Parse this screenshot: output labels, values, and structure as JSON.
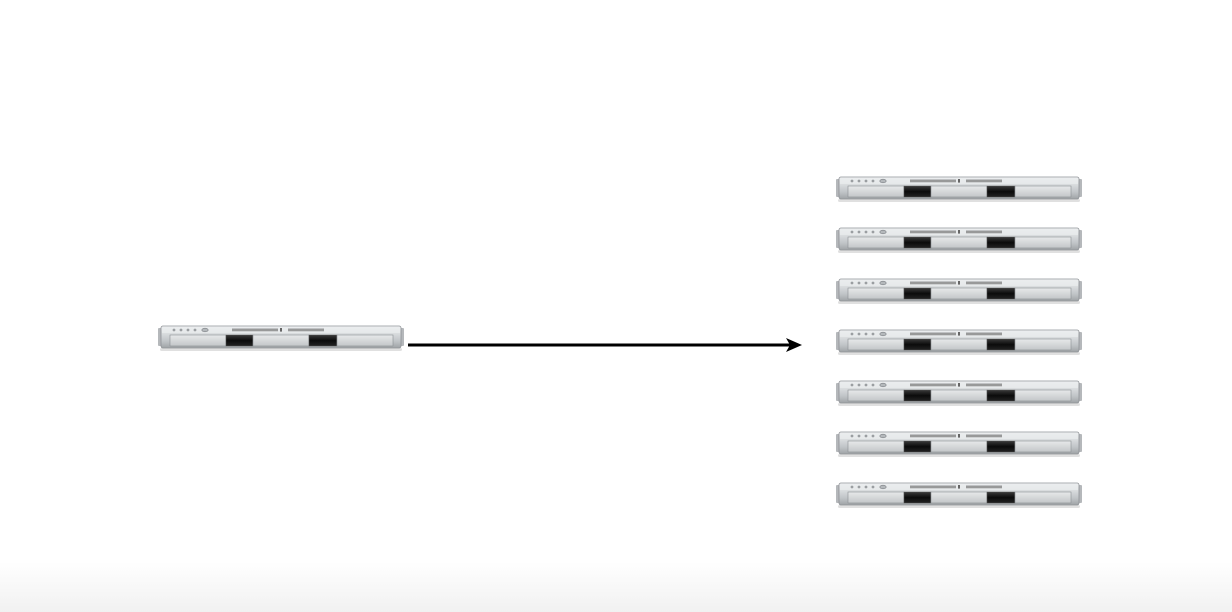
{
  "diagram": {
    "source": {
      "icon": "rack-server-1u",
      "count": 1
    },
    "arrow": {
      "direction": "right",
      "color": "#000000"
    },
    "targets": {
      "icon": "rack-server-1u",
      "count": 7
    }
  },
  "colors": {
    "background": "#ffffff",
    "server_body": "#c9ccce",
    "server_bay": "#111111"
  }
}
